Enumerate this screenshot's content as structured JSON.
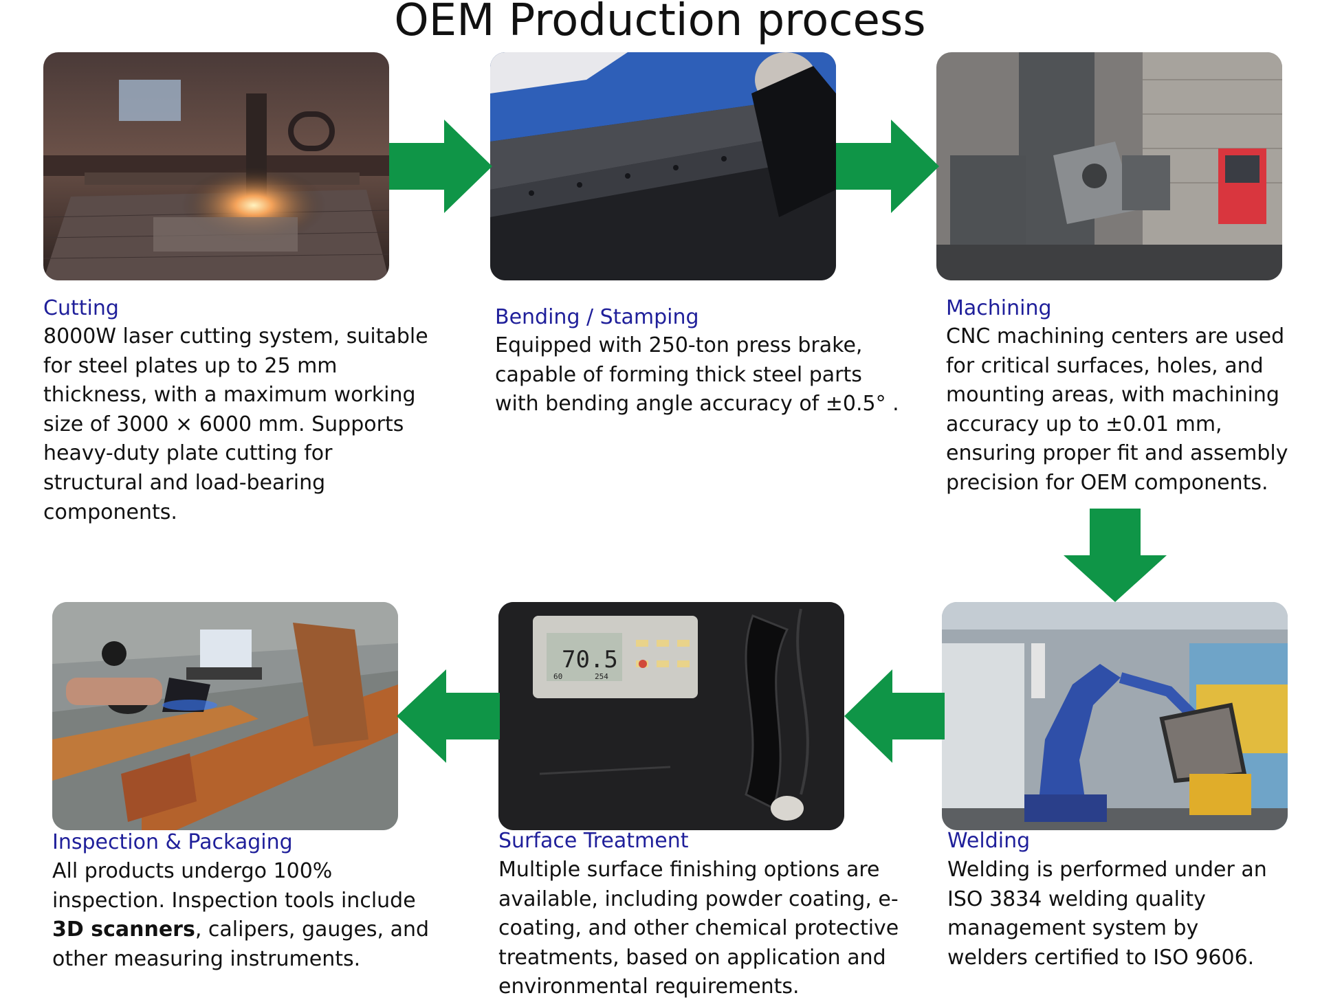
{
  "page": {
    "title": "OEM Production process"
  },
  "colors": {
    "arrow": "#0f9547",
    "step_title": "#1f1f9a",
    "body_text": "#111111"
  },
  "steps": [
    {
      "id": "cutting",
      "title": "Cutting",
      "desc": "8000W laser cutting system, suitable\nfor steel plates up to 25 mm\nthickness, with a maximum working\nsize of 3000 × 6000 mm. Supports\nheavy-duty plate cutting for\nstructural and load-bearing\ncomponents.",
      "image": "laser-cutting-photo"
    },
    {
      "id": "bending",
      "title": "Bending / Stamping",
      "desc": "Equipped with 250-ton press brake,\ncapable of forming thick steel parts\nwith bending angle accuracy of ±0.5° .",
      "image": "press-brake-photo"
    },
    {
      "id": "machining",
      "title": "Machining",
      "desc": "CNC machining centers are used\nfor critical surfaces, holes, and\nmounting areas, with machining\naccuracy up to ±0.01 mm,\nensuring proper fit and assembly\nprecision for OEM components.",
      "image": "cnc-machining-photo"
    },
    {
      "id": "welding",
      "title": "Welding",
      "desc": "Welding is performed under an\nISO 3834 welding quality\nmanagement system by\nwelders certified to ISO 9606.",
      "image": "robotic-welding-photo"
    },
    {
      "id": "surface",
      "title": "Surface Treatment",
      "desc": "Multiple surface finishing options are\navailable, including powder coating, e-\ncoating, and other chemical protective\ntreatments, based on application and\nenvironmental requirements.",
      "image": "coating-gauge-photo",
      "gauge_reading": "70.5",
      "gauge_sub_left": "60",
      "gauge_sub_right": "254"
    },
    {
      "id": "inspection",
      "title": "Inspection & Packaging",
      "desc_line1": "All products undergo 100%",
      "desc_line2": "inspection. Inspection tools include",
      "desc_bold": "3D scanners",
      "desc_line3_rest": ", calipers, gauges, and",
      "desc_line4": "other measuring instruments.",
      "image": "3d-scanner-inspection-photo"
    }
  ],
  "arrows": [
    {
      "from": "cutting",
      "to": "bending",
      "direction": "right"
    },
    {
      "from": "bending",
      "to": "machining",
      "direction": "right"
    },
    {
      "from": "machining",
      "to": "welding",
      "direction": "down"
    },
    {
      "from": "welding",
      "to": "surface",
      "direction": "left"
    },
    {
      "from": "surface",
      "to": "inspection",
      "direction": "left"
    }
  ]
}
